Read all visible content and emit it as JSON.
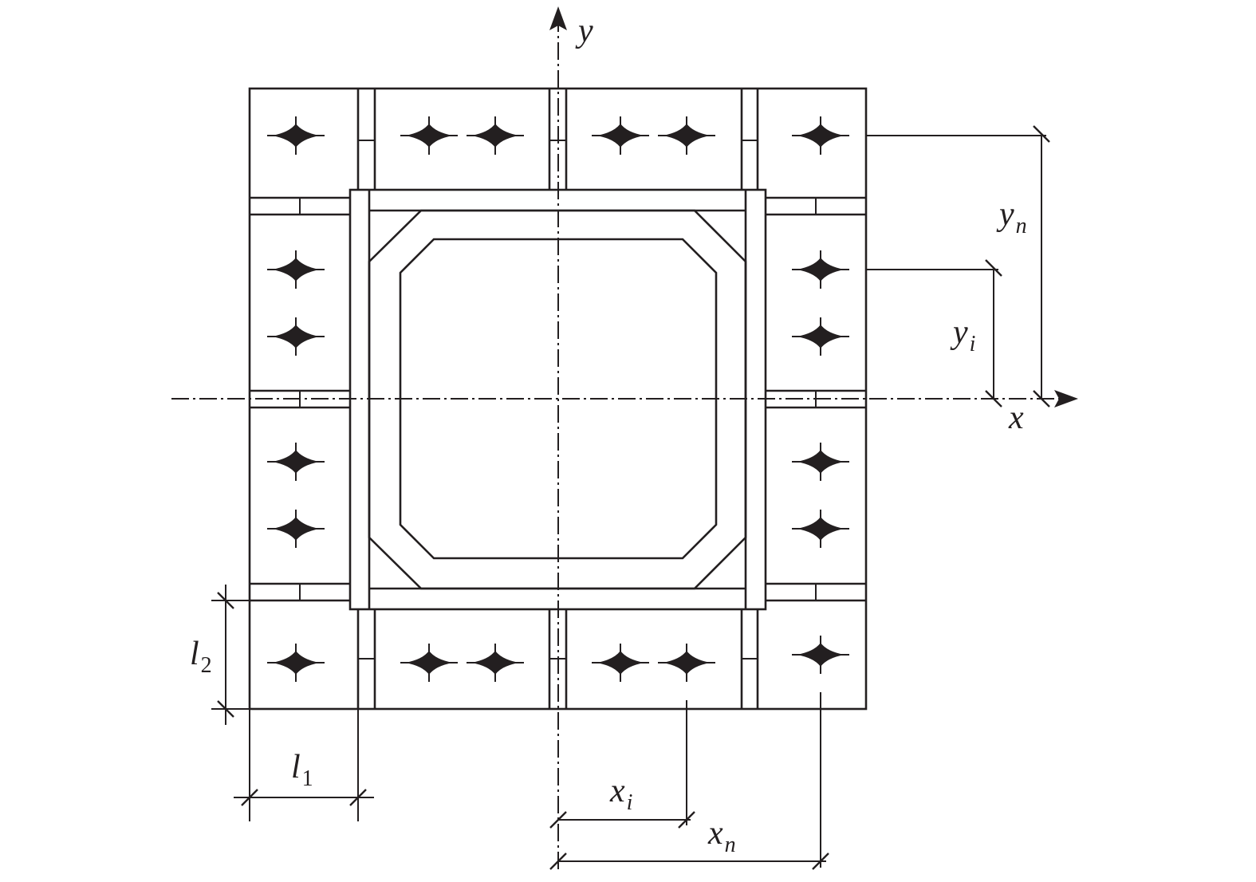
{
  "axes": {
    "x": "x",
    "y": "y"
  },
  "dimensions": {
    "yn": {
      "base": "y",
      "sub": "n"
    },
    "yi": {
      "base": "y",
      "sub": "i"
    },
    "xi": {
      "base": "x",
      "sub": "i"
    },
    "xn": {
      "base": "x",
      "sub": "n"
    },
    "l1": {
      "base": "l",
      "sub": "1"
    },
    "l2": {
      "base": "l",
      "sub": "2"
    }
  },
  "colors": {
    "line": "#231f20",
    "background": "#ffffff"
  }
}
